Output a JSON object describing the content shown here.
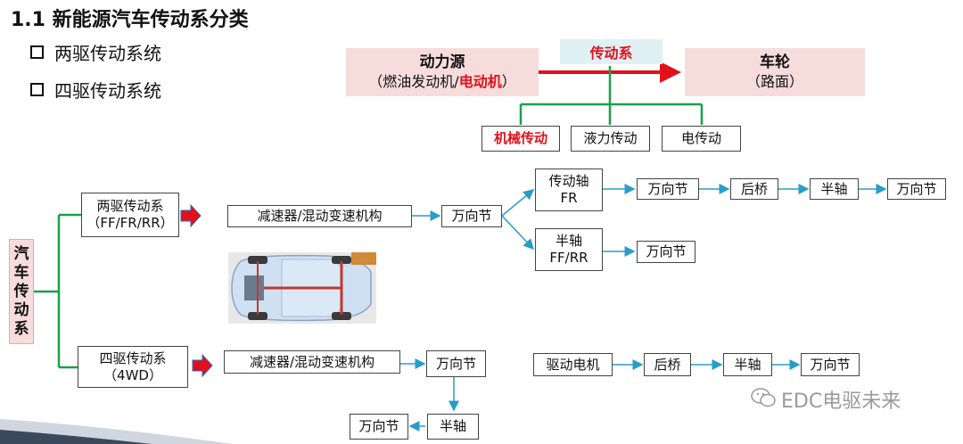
{
  "title": "1.1 新能源汽车传动系分类",
  "bullets": [
    "两驱传动系统",
    "四驱传动系统"
  ],
  "top_diagram": {
    "power_source": {
      "label": "动力源",
      "sub_open": "（燃油发动机/",
      "sub_red": "电动机",
      "sub_close": "）"
    },
    "transmission": "传动系",
    "wheel": {
      "label": "车轮",
      "sub": "（路面）"
    },
    "types": [
      "机械传动",
      "液力传动",
      "电传动"
    ]
  },
  "side_label": [
    "汽",
    "车",
    "传",
    "动",
    "系"
  ],
  "two_wd": {
    "label_line1": "两驱传动系",
    "label_line2": "（FF/FR/RR）",
    "reducer": "减速器/混动变速机构",
    "ujoint1": "万向节",
    "driveshaft_line1": "传动轴",
    "driveshaft_line2": "FR",
    "ujoint2": "万向节",
    "rear_axle": "后桥",
    "half_shaft": "半轴",
    "ujoint3": "万向节",
    "half_shaft2_line1": "半轴",
    "half_shaft2_line2": "FF/RR",
    "ujoint4": "万向节"
  },
  "four_wd": {
    "label_line1": "四驱传动系",
    "label_line2": "（4WD）",
    "reducer": "减速器/混动变速机构",
    "ujoint1": "万向节",
    "half_shaft": "半轴",
    "ujoint2": "万向节",
    "drive_motor": "驱动电机",
    "rear_axle": "后桥",
    "half_shaft2": "半轴",
    "ujoint3": "万向节"
  },
  "watermark": "EDC电驱未来",
  "colors": {
    "accent_red": "#e2101a",
    "green": "#1aa04a",
    "arrow_blue": "#2a9cc8",
    "pink": "#f7dcdc",
    "cyan": "#dff1f5"
  }
}
